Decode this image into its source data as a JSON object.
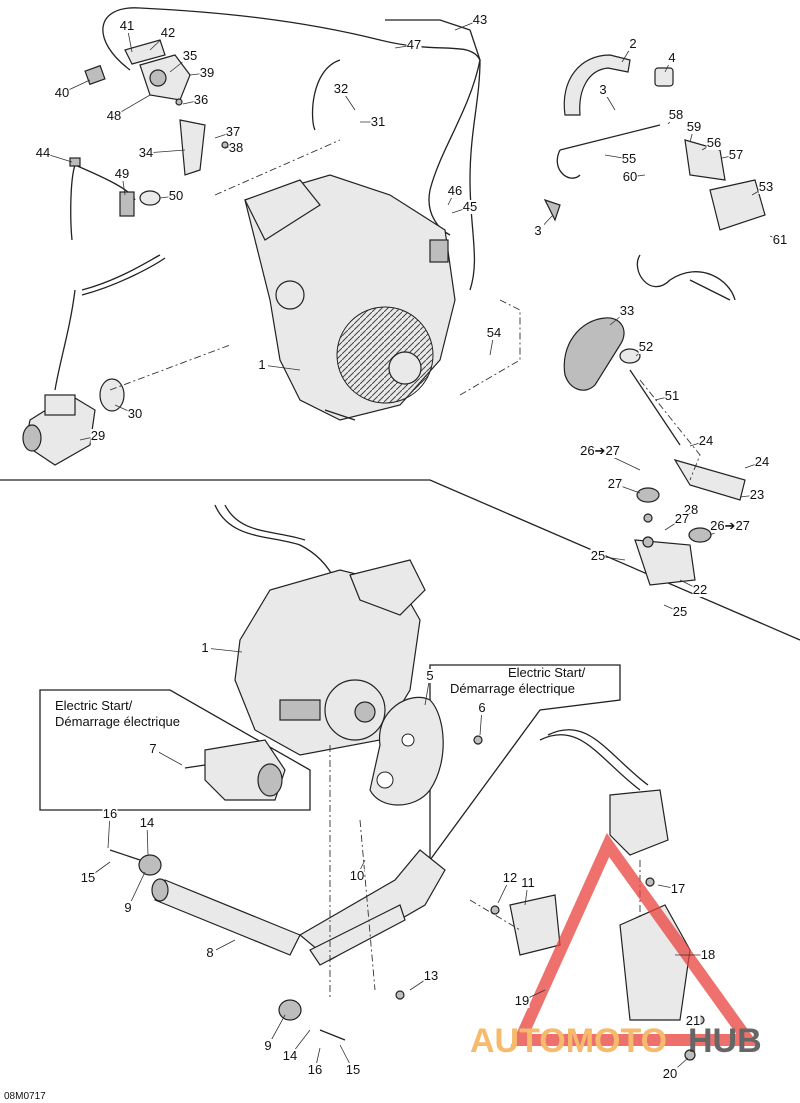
{
  "figure_code": "08M0717",
  "notes": {
    "electric_start_right": [
      "Electric Start/",
      "Démarrage électrique"
    ],
    "electric_start_left": [
      "Electric Start/",
      "Démarrage électrique"
    ]
  },
  "watermark": {
    "text_red": "AUTOMOTO",
    "text_dark": "HUB",
    "color_red": "#e8413c",
    "color_orange": "#f2a33a",
    "color_dark": "#333333"
  },
  "callouts_top": [
    "41",
    "42",
    "35",
    "39",
    "40",
    "36",
    "48",
    "37",
    "34",
    "38",
    "44",
    "49",
    "50",
    "43",
    "47",
    "32",
    "31",
    "46",
    "45",
    "1",
    "54",
    "30",
    "29",
    "2",
    "4",
    "3",
    "58",
    "59",
    "56",
    "55",
    "57",
    "60",
    "53",
    "3",
    "61",
    "33",
    "52",
    "51",
    "24",
    "26➔27",
    "27",
    "24",
    "23",
    "28",
    "27",
    "26➔27",
    "25",
    "22",
    "25"
  ],
  "callouts_bottom": [
    "1",
    "5",
    "6",
    "7",
    "16",
    "14",
    "15",
    "9",
    "10",
    "11",
    "12",
    "17",
    "8",
    "18",
    "13",
    "19",
    "9",
    "14",
    "21",
    "16",
    "15",
    "20"
  ]
}
